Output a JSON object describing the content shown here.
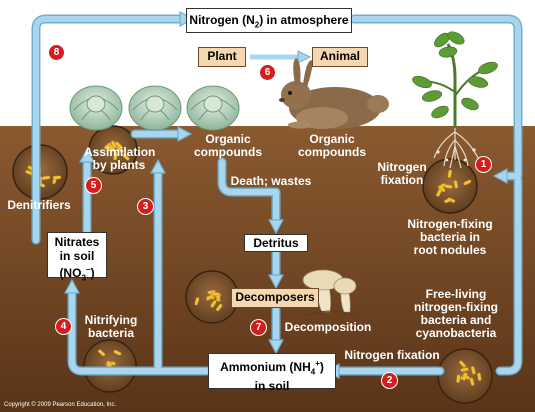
{
  "diagram": {
    "atmosphere": {
      "prefix": "Nitrogen (N",
      "sub": "2",
      "suffix": ") in atmosphere"
    },
    "plant": "Plant",
    "animal": "Animal",
    "assimilation": {
      "line1": "Assimilation",
      "line2": "by plants"
    },
    "organic_left": {
      "line1": "Organic",
      "line2": "compounds"
    },
    "organic_right": {
      "line1": "Organic",
      "line2": "compounds"
    },
    "death_wastes": "Death; wastes",
    "detritus": "Detritus",
    "decomposers": "Decomposers",
    "decomposition": "Decomposition",
    "nitrogen_fixation_plant": {
      "line1": "Nitrogen",
      "line2": "fixation"
    },
    "root_bacteria": {
      "line1": "Nitrogen-fixing",
      "line2": "bacteria in",
      "line3": "root nodules"
    },
    "free_living": {
      "line1": "Free-living",
      "line2": "nitrogen-fixing",
      "line3": "bacteria and",
      "line4": "cyanobacteria"
    },
    "nitrogen_fixation_soil": "Nitrogen fixation",
    "ammonium": {
      "prefix": "Ammonium (NH",
      "sub": "4",
      "sup": "+",
      "suffix": ")",
      "line2": "in soil"
    },
    "nitrifying": {
      "line1": "Nitrifying",
      "line2": "bacteria"
    },
    "nitrates": {
      "line1": "Nitrates",
      "line2": "in soil",
      "prefix3": "(NO",
      "sub3": "3",
      "sup3": "−",
      "suffix3": ")"
    },
    "denitrifiers": "Denitrifiers",
    "steps": [
      "1",
      "2",
      "3",
      "4",
      "5",
      "6",
      "7",
      "8"
    ],
    "copyright": "Copyright © 2009 Pearson Education, Inc."
  },
  "colors": {
    "soil": "#7a4a26",
    "sky": "#ffffff",
    "arrow": "#a9d6ec",
    "arrow_edge": "#6fb0d1",
    "badge": "#d41e1e",
    "tan_box": "#f6d8b0",
    "bacteria": "#f1c232"
  }
}
